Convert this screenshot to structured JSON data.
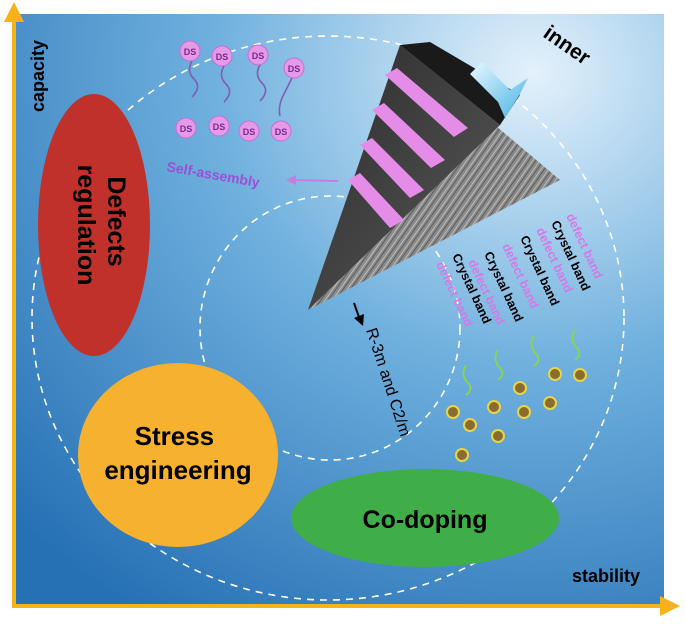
{
  "axes": {
    "y_label": "capacity",
    "x_label": "stability",
    "color": "#f7b219"
  },
  "regions": {
    "defects": {
      "label_line1": "Defects",
      "label_line2": "regulation",
      "color": "#c0312b"
    },
    "stress": {
      "label_line1": "Stress",
      "label_line2": "engineering",
      "color": "#f6b12e"
    },
    "codoping": {
      "label": "Co-doping",
      "color": "#3fae49"
    }
  },
  "cone": {
    "inner_label": "inner",
    "self_assembly_label": "Self-assembly",
    "phase_label": "R-3m and C2/m",
    "band_labels": [
      "defect band",
      "Crystal band",
      "defect band",
      "Crystal band",
      "defect band",
      "Crystal band",
      "defect band",
      "Crystal band",
      "defect band"
    ],
    "molecule_label": "DS",
    "stripe_color": "#e58be8",
    "defect_text_color": "#d27ae6"
  },
  "background": {
    "top_left": "#d8eaf7",
    "bottom_right": "#2e7fc0"
  }
}
